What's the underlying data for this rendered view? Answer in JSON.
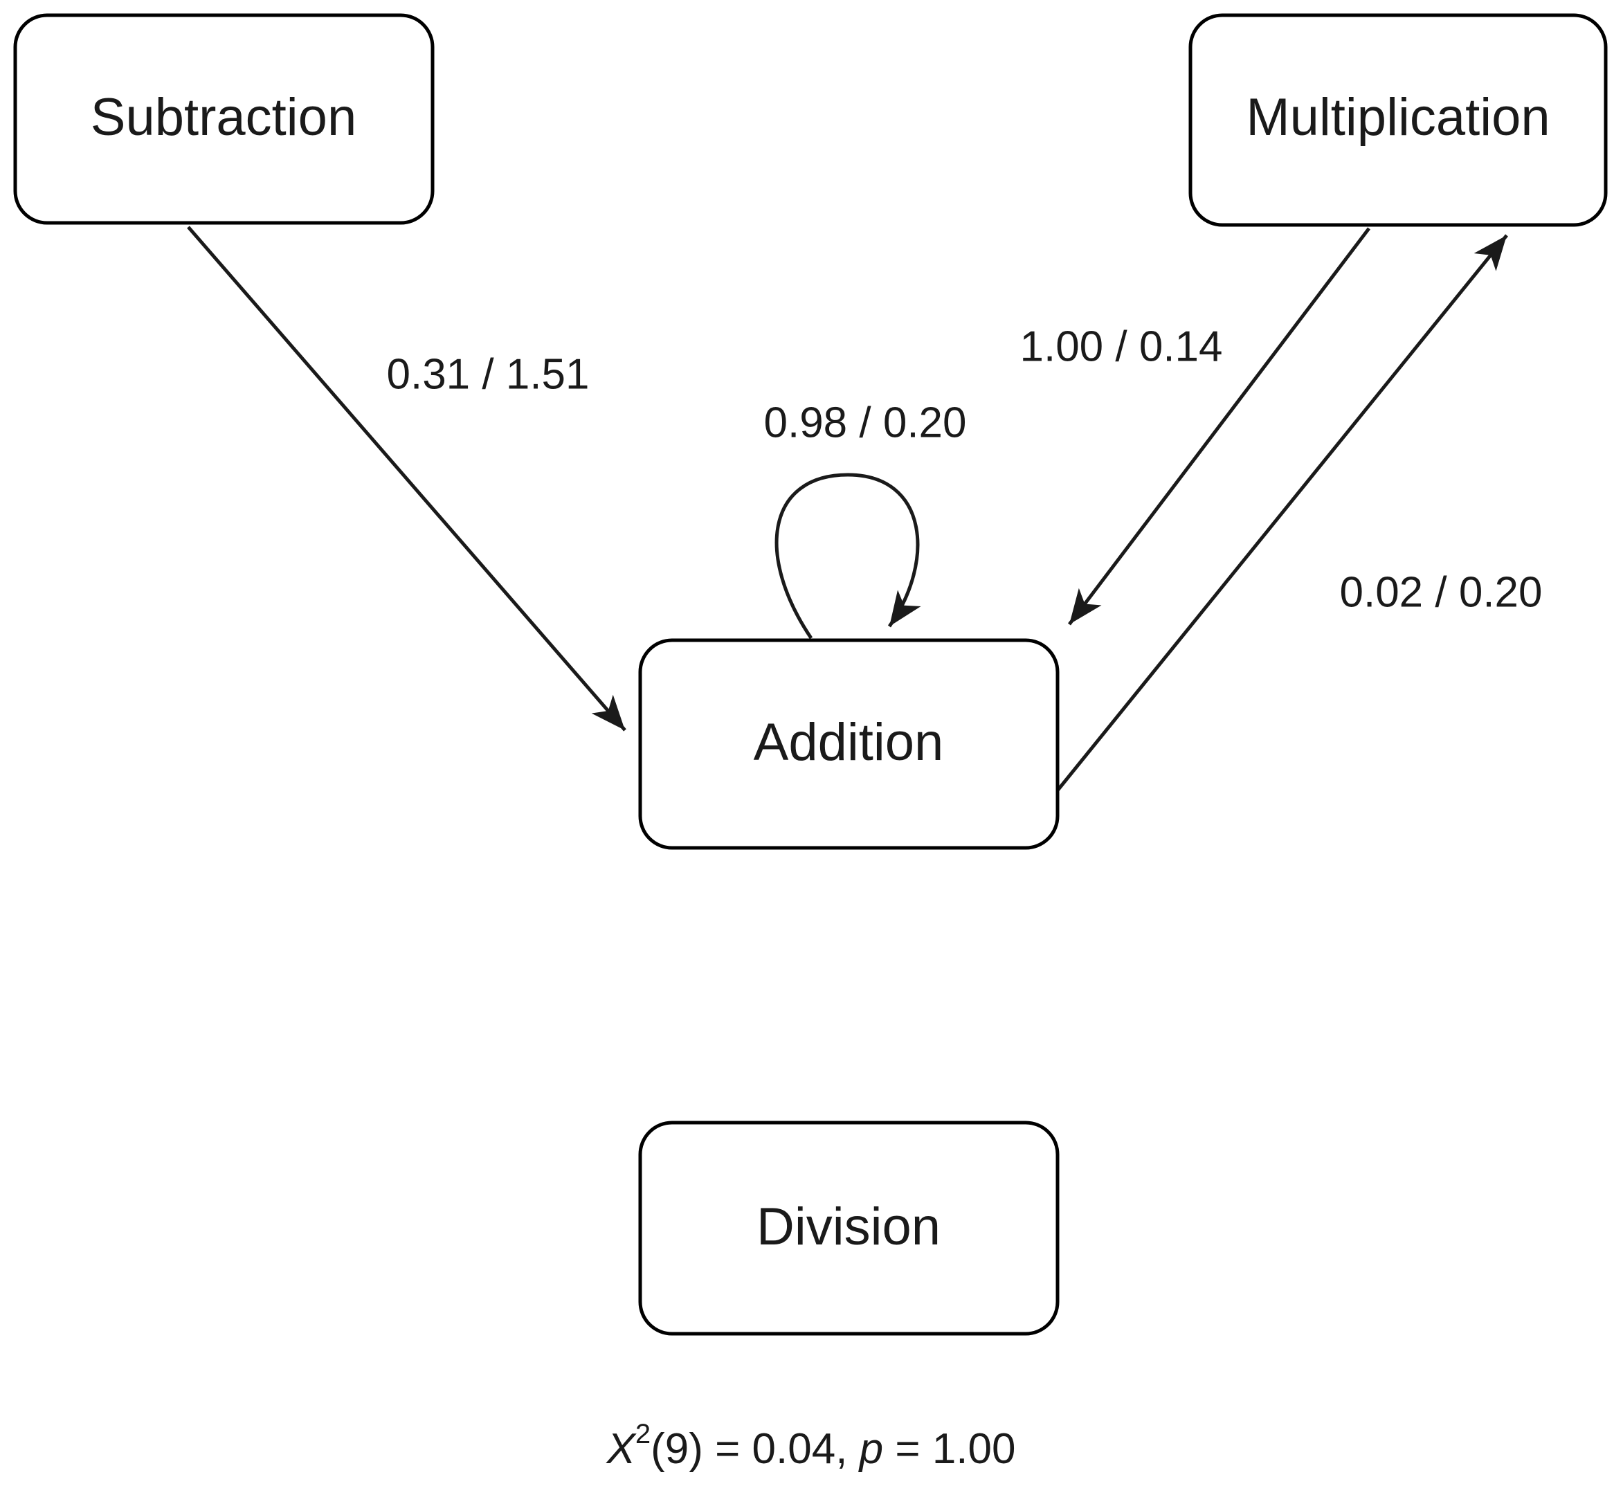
{
  "diagram": {
    "type": "path-model-diagram",
    "background_color": "#ffffff",
    "stroke_color": "#1a1a1a",
    "nodes": [
      {
        "id": "subtraction",
        "label": "Subtraction"
      },
      {
        "id": "multiplication",
        "label": "Multiplication"
      },
      {
        "id": "addition",
        "label": "Addition"
      },
      {
        "id": "division",
        "label": "Division"
      }
    ],
    "edges": [
      {
        "id": "sub-to-add",
        "from": "subtraction",
        "to": "addition",
        "label": "0.31 / 1.51"
      },
      {
        "id": "add-self",
        "from": "addition",
        "to": "addition",
        "label": "0.98 / 0.20"
      },
      {
        "id": "mult-to-add",
        "from": "multiplication",
        "to": "addition",
        "label": "1.00 / 0.14"
      },
      {
        "id": "add-to-mult",
        "from": "addition",
        "to": "multiplication",
        "label": "0.02 / 0.20"
      }
    ],
    "fit_statistic": {
      "chi_symbol": "X",
      "chi_superscript": "2",
      "chi_df": "(9)",
      "chi_equals": " = 0.04, ",
      "p_symbol": "p",
      "p_value": " = 1.00",
      "full_text": "X2(9) = 0.04, p = 1.00"
    }
  }
}
